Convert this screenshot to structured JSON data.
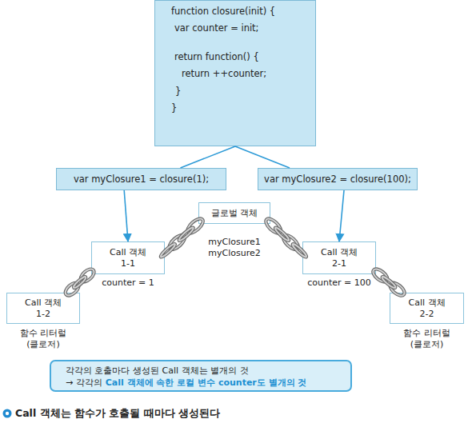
{
  "diagram": {
    "caption": "Call 객체는 함수가 호출될 때마다 생성된다",
    "nodes": [
      {
        "text": [
          "function closure(init) {",
          "var counter = init;",
          "return function() {",
          "return ++counter;",
          "}",
          "}"
        ]
      },
      {
        "text": [
          "var myClosure1 = closure(1);"
        ]
      },
      {
        "text": [
          "var myClosure2 = closure(100);"
        ]
      },
      {
        "text": [
          "글로벌 객체",
          "myClosure1",
          "myClosure2"
        ]
      },
      {
        "text": [
          "Call 객체 1-1",
          "counter = 1"
        ]
      },
      {
        "text": [
          "Call 객체 2-1",
          "counter = 100"
        ]
      },
      {
        "text": [
          "Call 객체 1-2",
          "함수 리터럴 (클로저)"
        ]
      },
      {
        "text": [
          "Call 객체 2-2",
          "함수 리터럴 (클로저)"
        ]
      },
      {
        "text": [
          "각각의 호출마다 생성된 Call 객체는 별개의 것",
          "→ 각각의",
          "Call 객체에 속한 로컬 변수 counter도 별개의 것"
        ]
      }
    ],
    "edges": [
      {
        "from": 0,
        "to": 1,
        "arrow": "none"
      },
      {
        "from": 1,
        "to": 4,
        "arrow": "to"
      },
      {
        "from": 0,
        "to": 2,
        "arrow": "none"
      },
      {
        "from": 2,
        "to": 5,
        "arrow": "to"
      },
      {
        "from": 3,
        "to": 4,
        "arrow": "none"
      },
      {
        "from": 4,
        "to": 6,
        "arrow": "none"
      },
      {
        "from": 3,
        "to": 5,
        "arrow": "none"
      },
      {
        "from": 5,
        "to": 7,
        "arrow": "none"
      }
    ]
  }
}
